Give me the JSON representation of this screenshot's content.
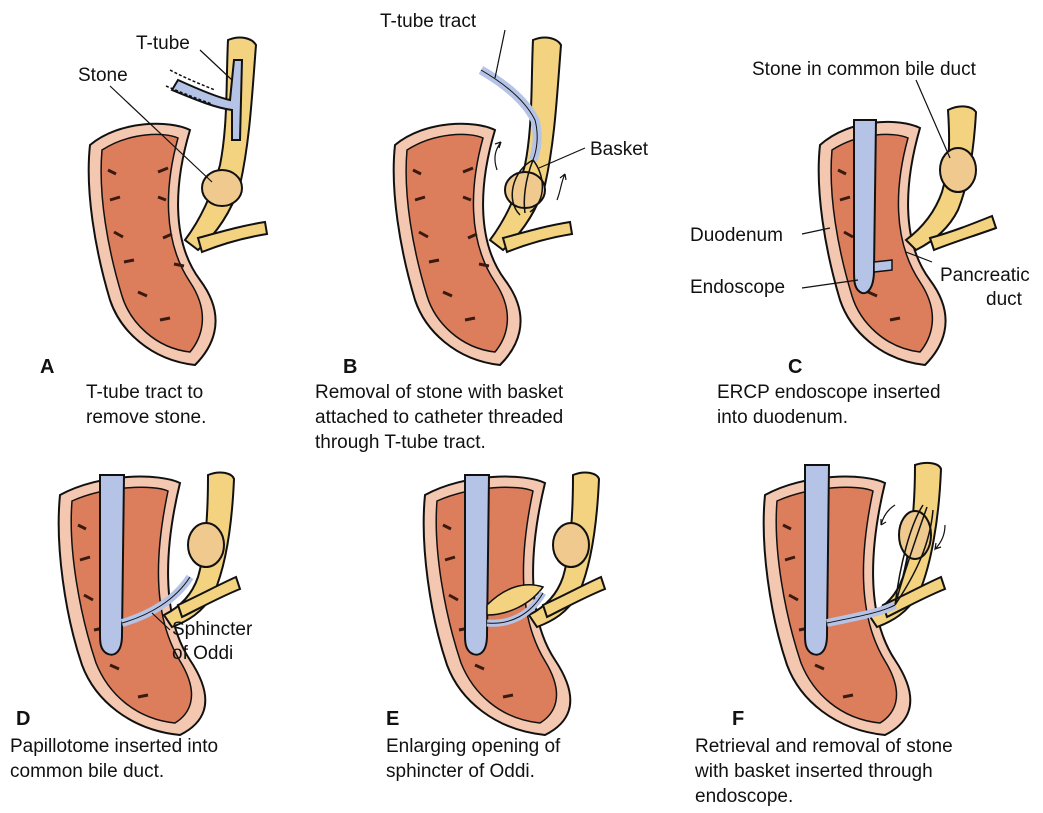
{
  "colors": {
    "duodenum_wall": "#f4c7b0",
    "duodenum_inner": "#dc7e5c",
    "duodenum_dark": "#b0412e",
    "bile_duct": "#f3d37f",
    "stone": "#efc98d",
    "scope": "#b5c3e6",
    "outline": "#111111"
  },
  "panels": [
    {
      "letter": "A",
      "caption": "T-tube tract to\nremove stone.",
      "labels": {
        "ttube": "T-tube",
        "stone": "Stone"
      }
    },
    {
      "letter": "B",
      "caption": "Removal of stone with basket\nattached to catheter threaded\nthrough T-tube tract.",
      "labels": {
        "tract": "T-tube tract",
        "basket": "Basket"
      }
    },
    {
      "letter": "C",
      "caption": "ERCP endoscope inserted\ninto duodenum.",
      "labels": {
        "stone_cbd": "Stone in common bile duct",
        "duodenum": "Duodenum",
        "endoscope": "Endoscope",
        "pancreatic": "Pancreatic",
        "duct": "duct"
      }
    },
    {
      "letter": "D",
      "caption": "Papillotome inserted into\ncommon bile duct.",
      "labels": {
        "sphincter": "Sphincter",
        "oddi": "of Oddi"
      }
    },
    {
      "letter": "E",
      "caption": "Enlarging opening of\nsphincter of Oddi.",
      "labels": {}
    },
    {
      "letter": "F",
      "caption": "Retrieval and removal of stone\nwith basket inserted through\nendoscope.",
      "labels": {}
    }
  ]
}
